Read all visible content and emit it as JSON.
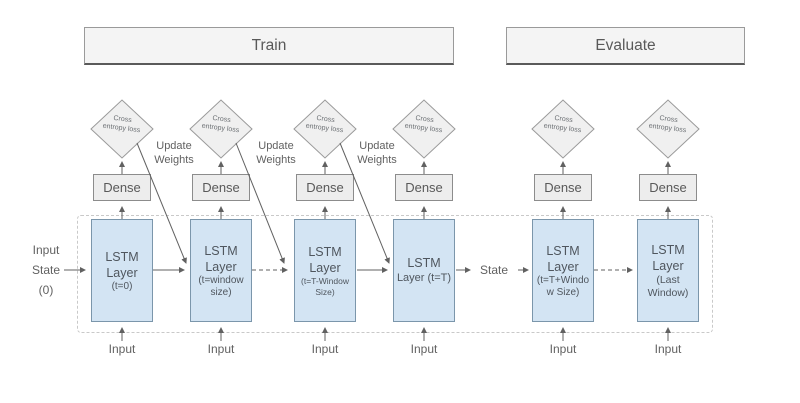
{
  "headers": {
    "train": "Train",
    "evaluate": "Evaluate"
  },
  "left_state_label": {
    "lines": [
      "Input",
      "State",
      "(0)"
    ]
  },
  "mid_state_label": "State",
  "update_weights_label": {
    "line1": "Update",
    "line2": "Weights"
  },
  "loss_diamond_label": {
    "line1": "Cross",
    "line2": "entropy loss"
  },
  "dense_label": "Dense",
  "input_label": "Input",
  "lstm_layers": [
    {
      "lines": [
        "LSTM",
        "Layer",
        "(t=0)"
      ]
    },
    {
      "lines": [
        "LSTM",
        "Layer",
        "(t=window",
        "size)"
      ]
    },
    {
      "lines": [
        "LSTM",
        "Layer",
        "(t=T-Window",
        "Size)"
      ]
    },
    {
      "lines": [
        "LSTM",
        "Layer (t=T)"
      ]
    },
    {
      "lines": [
        "LSTM",
        "Layer",
        "(t=T+Windo",
        "w Size)"
      ]
    },
    {
      "lines": [
        "LSTM",
        "Layer",
        "(Last",
        "Window)"
      ]
    }
  ],
  "colors": {
    "lstm_fill": "#d3e4f3",
    "lstm_border": "#7b96ab",
    "box_fill": "#f0f0f0",
    "box_border": "#999999",
    "arrow": "#616161",
    "dashed_border": "#c9c9c9",
    "text": "#5d6166"
  }
}
